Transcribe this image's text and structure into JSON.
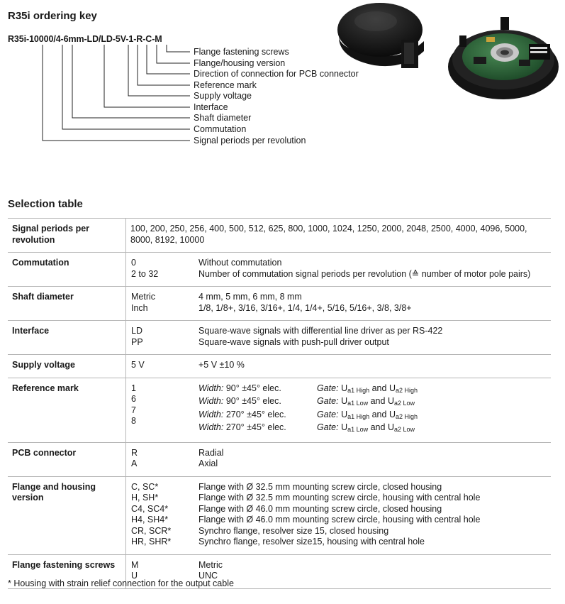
{
  "title": "R35i ordering key",
  "ordering_code": "R35i-10000/4-6mm-LD/LD-5V-1-R-C-M",
  "key_labels": [
    "Flange fastening screws",
    "Flange/housing version",
    "Direction of connection for PCB connector",
    "Reference mark",
    "Supply voltage",
    "Interface",
    "Shaft diameter",
    "Commutation",
    "Signal periods per revolution"
  ],
  "images": {
    "cover": "encoder-cover-image",
    "encoder": "encoder-board-image"
  },
  "selection_title": "Selection table",
  "rows": {
    "signal": {
      "param": "Signal periods per revolution",
      "line1": "100, 200, 250, 256, 400, 500, 512, 625, 800, 1000, 1024, 1250, 2000, 2048, 2500, 4000, 4096, 5000,",
      "line2": "8000, 8192, 10000"
    },
    "commutation": {
      "param": "Commutation",
      "codes": [
        "0",
        "2 to 32"
      ],
      "desc": [
        "Without commutation",
        "Number of commutation signal periods per revolution (≙ number of motor pole pairs)"
      ]
    },
    "shaft": {
      "param": "Shaft diameter",
      "codes": [
        "Metric",
        "Inch"
      ],
      "desc": [
        "4 mm, 5 mm, 6 mm, 8 mm",
        "1/8, 1/8+, 3/16, 3/16+, 1/4, 1/4+, 5/16, 5/16+, 3/8, 3/8+"
      ]
    },
    "interface": {
      "param": "Interface",
      "codes": [
        "LD",
        "PP"
      ],
      "desc": [
        "Square-wave signals with differential line driver as per RS-422",
        "Square-wave signals with push-pull driver output"
      ]
    },
    "supply": {
      "param": "Supply voltage",
      "codes": [
        "5 V"
      ],
      "desc": [
        "+5 V ±10 %"
      ]
    },
    "reference": {
      "param": "Reference mark",
      "codes": [
        "1",
        "6",
        "7",
        "8"
      ],
      "width_label": "Width:",
      "widths": [
        "90° ±45° elec.",
        "90° ±45° elec.",
        "270° ±45° elec.",
        "270° ±45° elec."
      ],
      "gate_label": "Gate:",
      "gate_u": "U",
      "gate_and": "and",
      "gate_sub1": [
        "a1 High",
        "a1 Low",
        "a1 High",
        "a1 Low"
      ],
      "gate_sub2": [
        "a2 High",
        "a2 Low",
        "a2 High",
        "a2 Low"
      ]
    },
    "pcb": {
      "param": "PCB connector",
      "codes": [
        "R",
        "A"
      ],
      "desc": [
        "Radial",
        "Axial"
      ]
    },
    "flange": {
      "param": "Flange and housing version",
      "codes": [
        "C, SC*",
        "H, SH*",
        "C4, SC4*",
        "H4, SH4*",
        "CR, SCR*",
        "HR, SHR*"
      ],
      "desc": [
        "Flange with Ø 32.5 mm mounting screw circle, closed housing",
        "Flange with Ø 32.5 mm mounting screw circle, housing with central hole",
        "Flange with Ø 46.0 mm mounting screw circle, closed housing",
        "Flange with Ø 46.0 mm mounting screw circle, housing with central hole",
        "Synchro flange, resolver size 15, closed housing",
        "Synchro flange, resolver size15, housing with central hole"
      ]
    },
    "screws": {
      "param": "Flange fastening screws",
      "codes": [
        "M",
        "U"
      ],
      "desc": [
        "Metric",
        "UNC"
      ]
    }
  },
  "footnote": "* Housing with strain relief connection for the output cable"
}
